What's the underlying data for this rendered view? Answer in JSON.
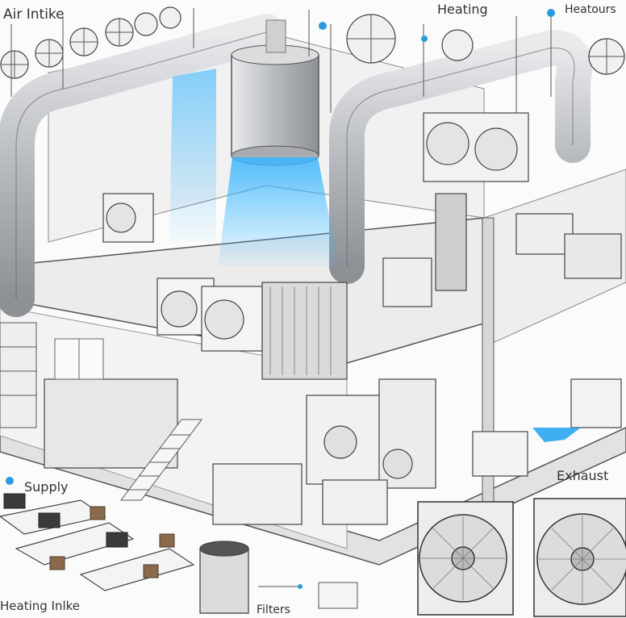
{
  "labels": {
    "air_intake": "Air Intike",
    "heating": "Heating",
    "heating_top_right": "Heatours",
    "supply": "Supply",
    "exhaust": "Exhaust",
    "heating_intake": "Heating Inlke",
    "filters": "Filters"
  },
  "colors": {
    "line": "#444444",
    "duct": "#b9bcc0",
    "duct_dark": "#8a8e93",
    "water": "#38b6ff",
    "floor": "#e6e6e6",
    "accent_arrow": "#1ea0f0",
    "pin": "#2b9be0"
  }
}
